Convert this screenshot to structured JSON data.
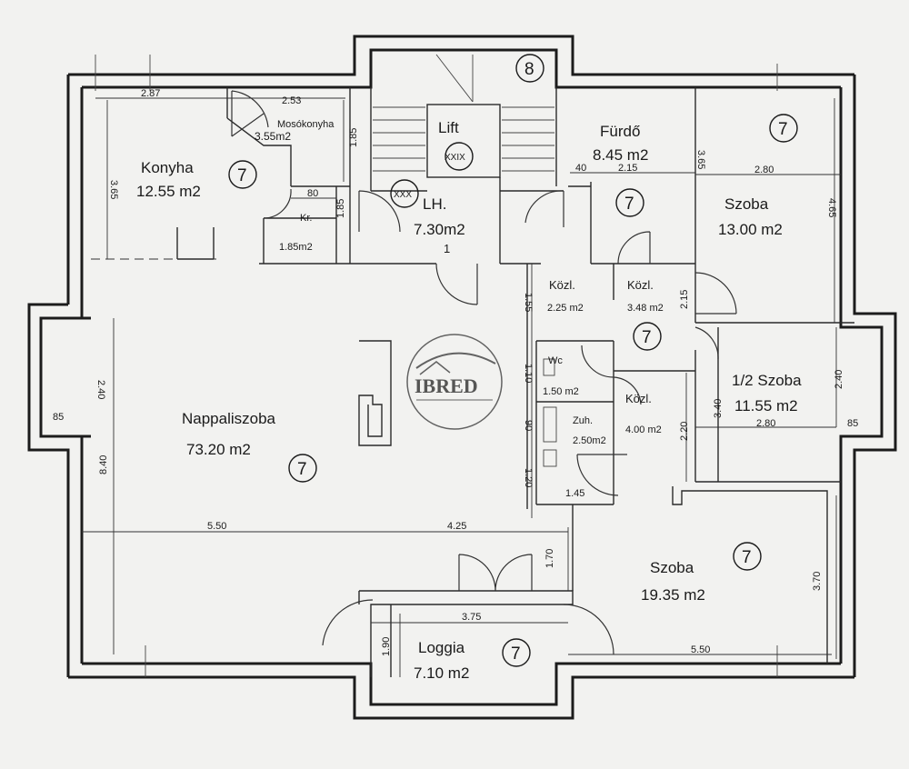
{
  "rooms": {
    "konyha": {
      "name": "Konyha",
      "area": "12.55 m2"
    },
    "mosokonyha": {
      "name": "Mosókonyha",
      "area": "3.55m2"
    },
    "kamra": {
      "name": "Kr.",
      "area": "1.85m2"
    },
    "lift": {
      "name": "Lift"
    },
    "lepcsohaz": {
      "name": "LH.",
      "area": "7.30m2",
      "door_no": "1"
    },
    "furdo": {
      "name": "Fürdő",
      "area": "8.45 m2"
    },
    "szoba1": {
      "name": "Szoba",
      "area": "13.00 m2"
    },
    "kozl1": {
      "name": "Közl.",
      "area": "2.25 m2"
    },
    "kozl2": {
      "name": "Közl.",
      "area": "3.48 m2"
    },
    "kozl3": {
      "name": "Közl.",
      "area": "4.00 m2"
    },
    "wc": {
      "name": "Wc",
      "area": "1.50 m2"
    },
    "zuh": {
      "name": "Zuh.",
      "area": "2.50m2"
    },
    "felszoba": {
      "name": "1/2 Szoba",
      "area": "11.55 m2"
    },
    "nappali": {
      "name": "Nappaliszoba",
      "area": "73.20 m2"
    },
    "szoba2": {
      "name": "Szoba",
      "area": "19.35 m2"
    },
    "loggia": {
      "name": "Loggia",
      "area": "7.10 m2"
    }
  },
  "markers": {
    "floor": "7",
    "stair": "8",
    "roman1": "XXIX",
    "roman2": "XXX"
  },
  "dimensions": {
    "d287": "2.87",
    "d253": "2.53",
    "d185a": "1.85",
    "d365a": "3.65",
    "d80": "80",
    "d185b": "1.85",
    "d40": "40",
    "d215a": "2.15",
    "d365b": "3.65",
    "d280a": "2.80",
    "d465": "4.65",
    "d155": "1.55",
    "d215b": "2.15",
    "d110": "1.10",
    "d90": "90",
    "d120": "1.20",
    "d145": "1.45",
    "d220": "2.20",
    "d340": "3.40",
    "d240a": "2.40",
    "d280b": "2.80",
    "d85a": "85",
    "d240b": "2.40",
    "d85b": "85",
    "d840": "8.40",
    "d550a": "5.50",
    "d425": "4.25",
    "d170": "1.70",
    "d375": "3.75",
    "d190": "1.90",
    "d370": "3.70",
    "d550b": "5.50"
  },
  "watermark": {
    "text": "IBRED"
  }
}
